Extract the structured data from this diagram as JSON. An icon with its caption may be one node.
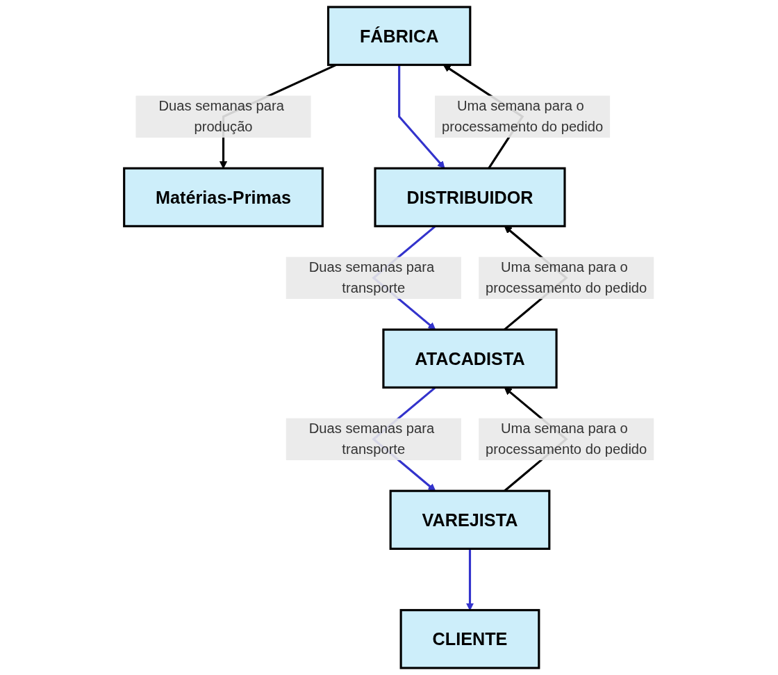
{
  "diagram": {
    "nodes": [
      {
        "text": [
          "Matérias-Primas"
        ]
      },
      {
        "text": [
          "FÁBRICA"
        ]
      },
      {
        "text": [
          "DISTRIBUIDOR"
        ]
      },
      {
        "text": [
          "ATACADISTA"
        ]
      },
      {
        "text": [
          "VAREJISTA"
        ]
      },
      {
        "text": [
          "CLIENTE"
        ]
      }
    ],
    "edges": [
      {
        "from": 1,
        "to": 0,
        "arrow": "to",
        "label": "Duas semanas para produção"
      },
      {
        "from": 1,
        "to": 2,
        "arrow": "to",
        "color": "#3333cc"
      },
      {
        "from": 2,
        "to": 1,
        "arrow": "to",
        "label": "Uma semana para o processamento do pedido"
      },
      {
        "from": 3,
        "to": 2,
        "arrow": "to",
        "label": "Uma semana para o processamento do pedido"
      },
      {
        "from": 2,
        "to": 3,
        "arrow": "to",
        "label": "Duas semanas para transporte",
        "color": "#3333cc"
      },
      {
        "from": 4,
        "to": 3,
        "arrow": "to",
        "label": "Uma semana para o processamento do pedido"
      },
      {
        "from": 3,
        "to": 4,
        "arrow": "to",
        "label": "Duas semanas para transporte",
        "color": "#3333cc"
      },
      {
        "from": 4,
        "to": 5,
        "arrow": "to",
        "color": "#3333cc"
      }
    ]
  }
}
